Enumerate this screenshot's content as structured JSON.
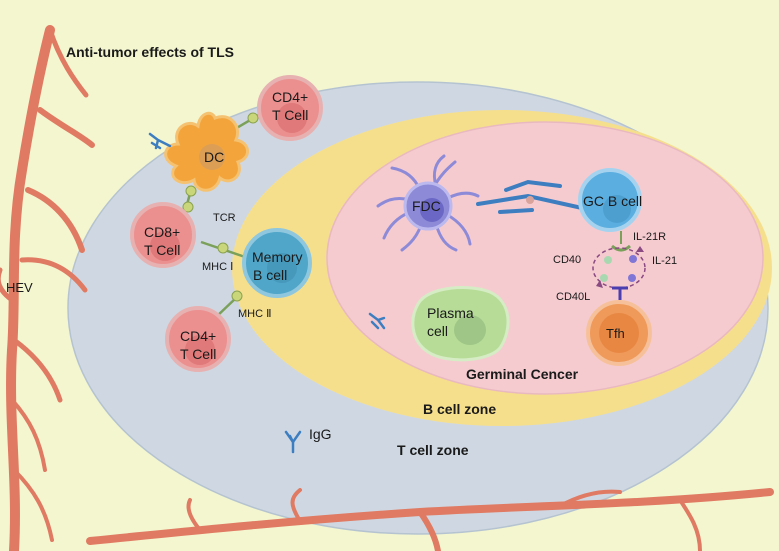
{
  "title": "Anti-tumor effects of TLS",
  "vessel": {
    "label": "HEV"
  },
  "zones": {
    "t_cell": "T cell zone",
    "b_cell": "B cell zone",
    "germinal": "Germinal Cencer"
  },
  "cells": {
    "cd4_top": [
      "CD4+",
      "T Cell"
    ],
    "dc": "DC",
    "cd8": [
      "CD8+",
      "T Cell"
    ],
    "memory_b": [
      "Memory",
      "B cell"
    ],
    "cd4_bottom": [
      "CD4+",
      "T Cell"
    ],
    "fdc": "FDC",
    "gc_b": "GC B cell",
    "plasma": [
      "Plasma",
      "cell"
    ],
    "tfh": "Tfh"
  },
  "molecules": {
    "tcr": "TCR",
    "mhc1": "MHC Ⅰ",
    "mhc2": "MHC Ⅱ",
    "il21r": "IL-21R",
    "cd40": "CD40",
    "il21": "IL-21",
    "cd40l": "CD40L",
    "igg": "IgG"
  },
  "colors": {
    "background": "#f3f6cf",
    "vessel": "#e07a62",
    "t_zone": "#cfd8e2",
    "b_zone": "#f6df8c",
    "germinal": "#f5cbd0",
    "t_cell": "#ec8f8f",
    "dc": "#f3a53c",
    "memory_b": "#4fa6c9",
    "fdc": "#8d8bd8",
    "gc_b": "#5aaee0",
    "plasma": "#b7dc98",
    "tfh": "#ef9a5a",
    "antibody": "#3d7ec1"
  }
}
